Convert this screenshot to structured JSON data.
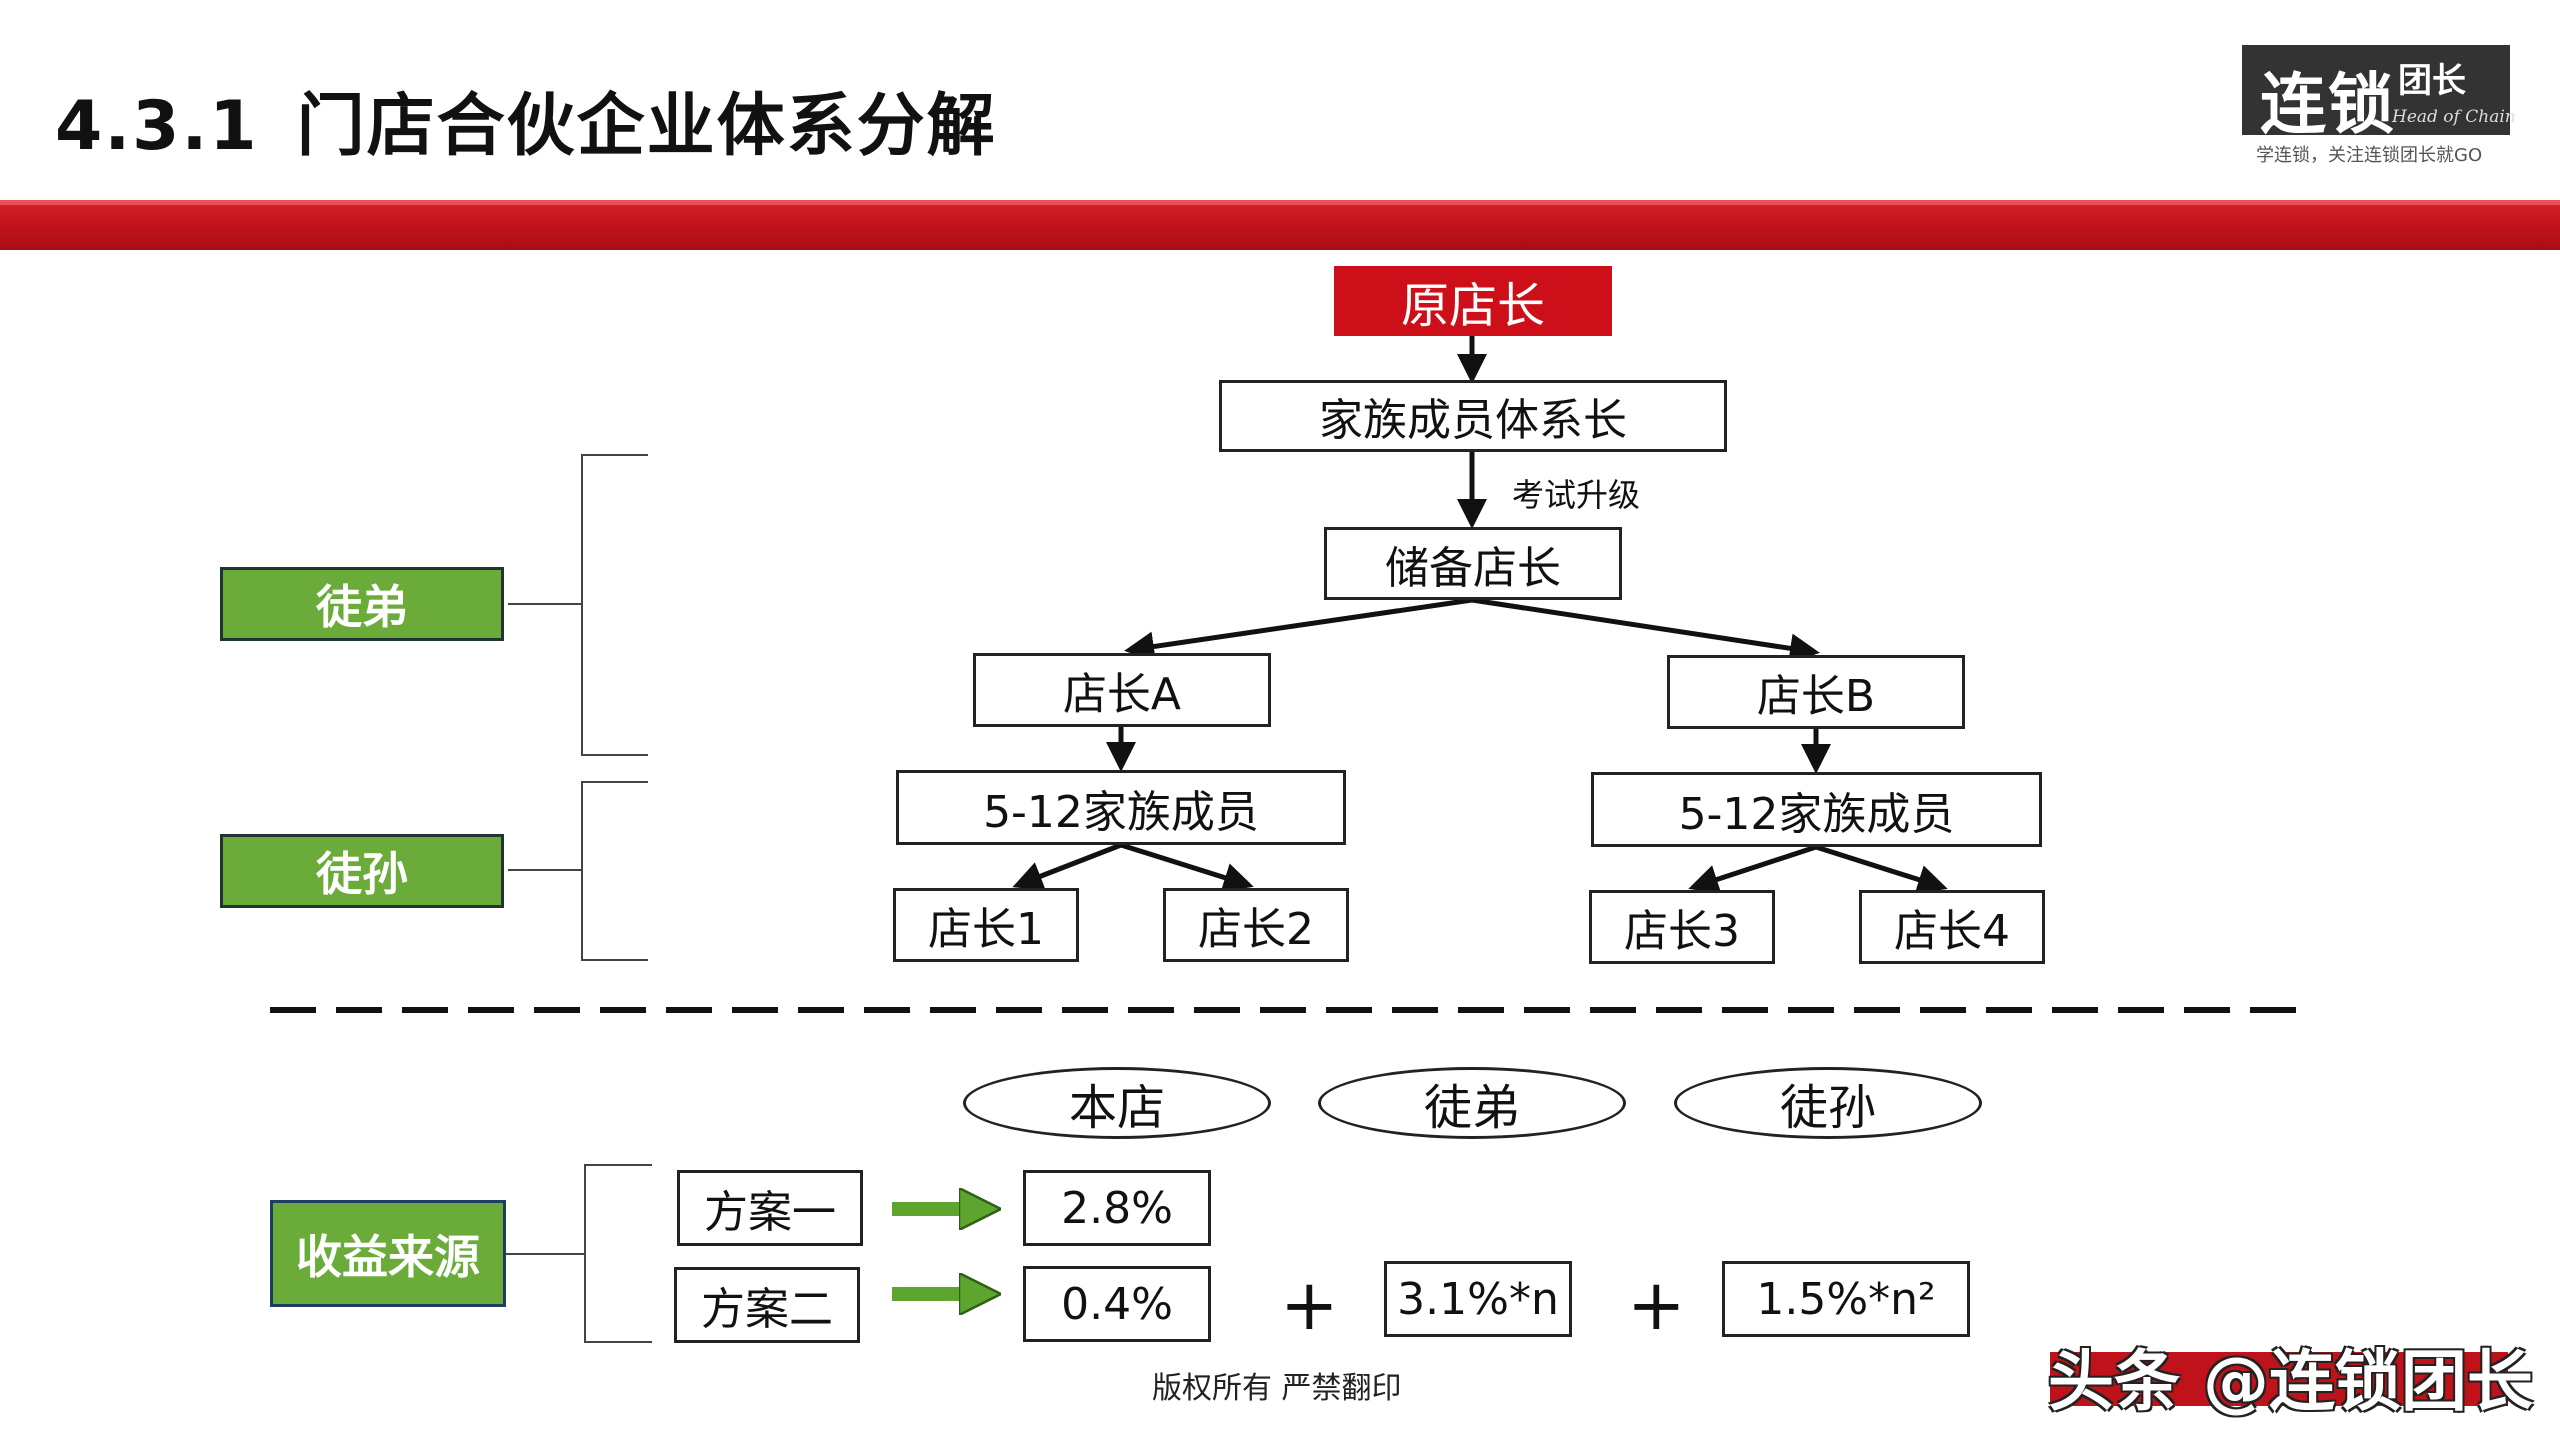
{
  "header": {
    "section_number": "4.3.1",
    "title": "门店合伙企业体系分解"
  },
  "logo": {
    "main": "连锁",
    "sub": "团长",
    "english": "Head of Chain",
    "tagline": "学连锁，关注连锁团长就GO"
  },
  "hierarchy": {
    "root": "原店长",
    "family_head": "家族成员体系长",
    "exam_label": "考试升级",
    "reserve": "储备店长",
    "store_a": "店长A",
    "store_b": "店长B",
    "members_a": "5-12家族成员",
    "members_b": "5-12家族成员",
    "leaves": [
      "店长1",
      "店长2",
      "店长3",
      "店长4"
    ]
  },
  "legend": {
    "apprentice": "徒弟",
    "grand_apprentice": "徒孙"
  },
  "revenue": {
    "label": "收益来源",
    "columns": [
      "本店",
      "徒弟",
      "徒孙"
    ],
    "plan1": {
      "name": "方案一",
      "own": "2.8%"
    },
    "plan2": {
      "name": "方案二",
      "own": "0.4%",
      "apprentice": "3.1%*n",
      "grand": "1.5%*n²"
    },
    "plus": "+"
  },
  "footer": {
    "copyright": "版权所有  严禁翻印",
    "watermark": "头条 @连锁团长"
  },
  "colors": {
    "accent_red": "#cc0f18",
    "green": "#6aab3a",
    "line": "#222222"
  }
}
